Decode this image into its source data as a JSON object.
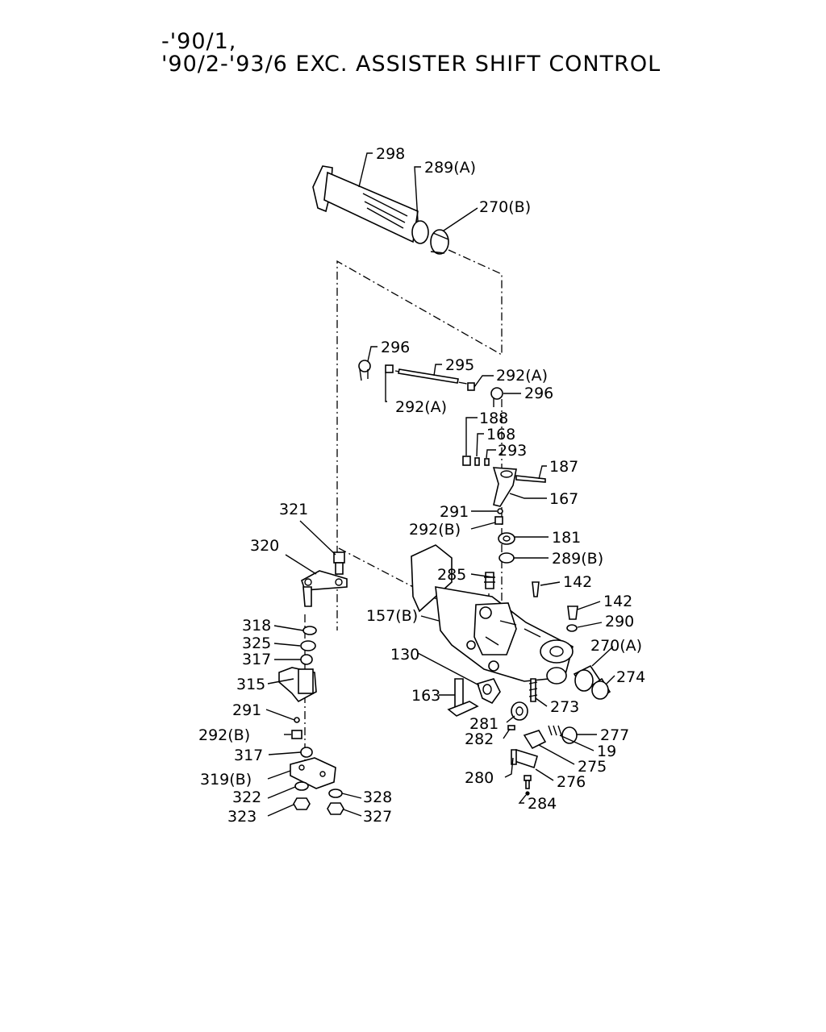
{
  "title": {
    "line1": "-'90/1,",
    "line2": "'90/2-'93/6 EXC. ASSISTER SHIFT CONTROL"
  },
  "callouts": {
    "c298": "298",
    "c289a": "289(A)",
    "c270b": "270(B)",
    "c296a": "296",
    "c295": "295",
    "c292a1": "292(A)",
    "c296b": "296",
    "c292a2": "292(A)",
    "c188": "188",
    "c168": "168",
    "c293": "293",
    "c187": "187",
    "c167": "167",
    "c291a": "291",
    "c292b1": "292(B)",
    "c181": "181",
    "c289b": "289(B)",
    "c321": "321",
    "c320": "320",
    "c285": "285",
    "c142a": "142",
    "c142b": "142",
    "c290": "290",
    "c157b": "157(B)",
    "c270a": "270(A)",
    "c318": "318",
    "c325": "325",
    "c317a": "317",
    "c130": "130",
    "c274": "274",
    "c315": "315",
    "c163": "163",
    "c273": "273",
    "c291b": "291",
    "c281": "281",
    "c282": "282",
    "c277": "277",
    "c292b2": "292(B)",
    "c19": "19",
    "c317b": "317",
    "c275": "275",
    "c319b": "319(B)",
    "c280": "280",
    "c276": "276",
    "c322": "322",
    "c328": "328",
    "c284": "284",
    "c323": "323",
    "c327": "327"
  }
}
